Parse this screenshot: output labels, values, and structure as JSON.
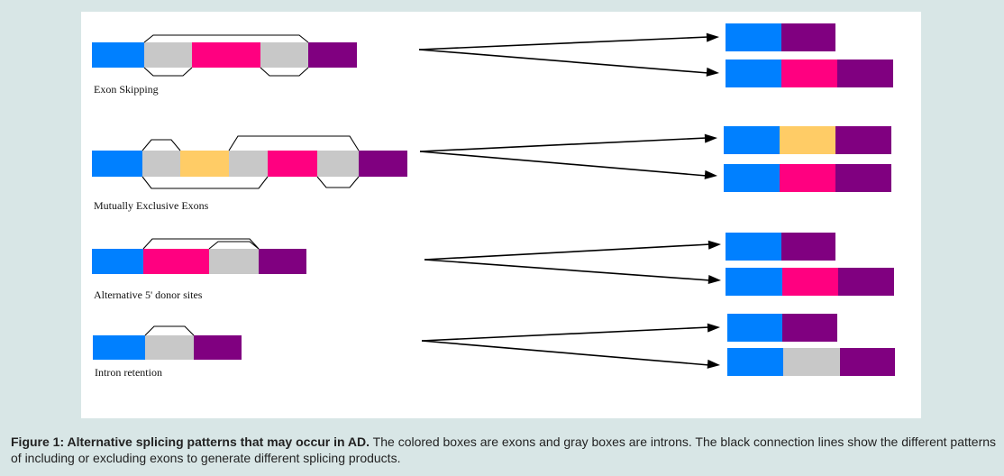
{
  "colors": {
    "exon_blue": "#0080ff",
    "exon_pink": "#ff0080",
    "exon_purple": "#800080",
    "exon_yellow": "#ffcc66",
    "intron_gray": "#c8c8c8",
    "line": "#000000",
    "panel_bg": "#ffffff",
    "page_bg": "#d8e6e6"
  },
  "patterns": [
    {
      "label": "Exon Skipping",
      "pre_mrna": [
        "exon_blue",
        "intron_gray",
        "exon_pink",
        "intron_gray",
        "exon_purple"
      ],
      "products": [
        [
          "exon_blue",
          "exon_purple"
        ],
        [
          "exon_blue",
          "exon_pink",
          "exon_purple"
        ]
      ]
    },
    {
      "label": "Mutually Exclusive Exons",
      "pre_mrna": [
        "exon_blue",
        "intron_gray",
        "exon_yellow",
        "intron_gray",
        "exon_pink",
        "intron_gray",
        "exon_purple"
      ],
      "products": [
        [
          "exon_blue",
          "exon_yellow",
          "exon_purple"
        ],
        [
          "exon_blue",
          "exon_pink",
          "exon_purple"
        ]
      ]
    },
    {
      "label": "Alternative 5' donor sites",
      "pre_mrna": [
        "exon_blue",
        "exon_pink",
        "intron_gray",
        "exon_purple"
      ],
      "products": [
        [
          "exon_blue",
          "exon_purple"
        ],
        [
          "exon_blue",
          "exon_pink",
          "exon_purple"
        ]
      ]
    },
    {
      "label": "Intron retention",
      "pre_mrna": [
        "exon_blue",
        "intron_gray",
        "exon_purple"
      ],
      "products": [
        [
          "exon_blue",
          "exon_purple"
        ],
        [
          "exon_blue",
          "intron_gray",
          "exon_purple"
        ]
      ]
    }
  ],
  "caption": {
    "bold": "Figure 1: Alternative splicing patterns that may occur in AD.",
    "text": " The colored boxes are exons and gray boxes are introns. The black connection lines show the different patterns of including or excluding exons to generate different splicing products."
  }
}
